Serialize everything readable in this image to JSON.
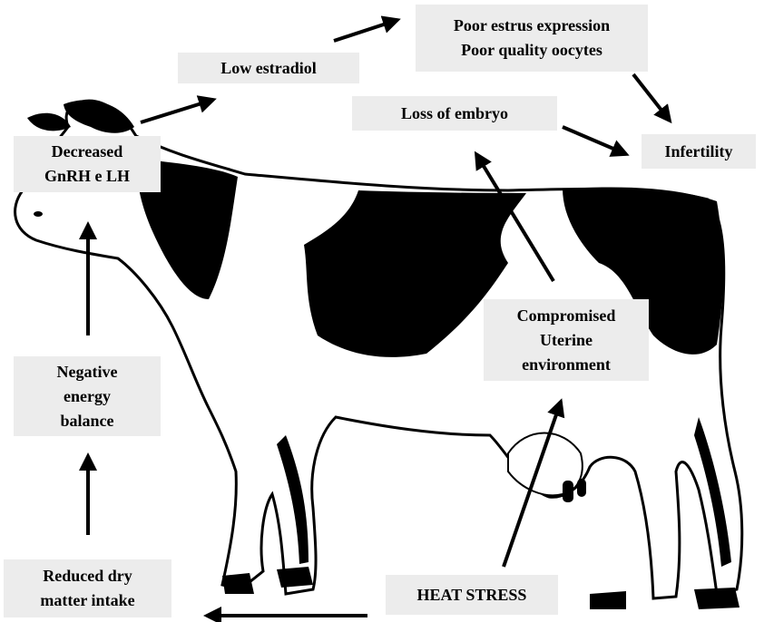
{
  "labels": {
    "low_estradiol": "Low estradiol",
    "poor_estrus": [
      "Poor estrus expression",
      "Poor quality oocytes"
    ],
    "loss_of_embryo": "Loss of embryo",
    "infertility": "Infertility",
    "decreased_gnrh": [
      "Decreased",
      "GnRH e LH"
    ],
    "compromised": [
      "Compromised",
      "Uterine",
      "environment"
    ],
    "negative_energy": [
      "Negative",
      "energy",
      "balance"
    ],
    "reduced_intake": [
      "Reduced dry",
      "matter intake"
    ],
    "heat_stress": "HEAT STRESS"
  },
  "colors": {
    "ink": "#000000",
    "box": "#ececec",
    "cow_body": "#ffffff"
  }
}
